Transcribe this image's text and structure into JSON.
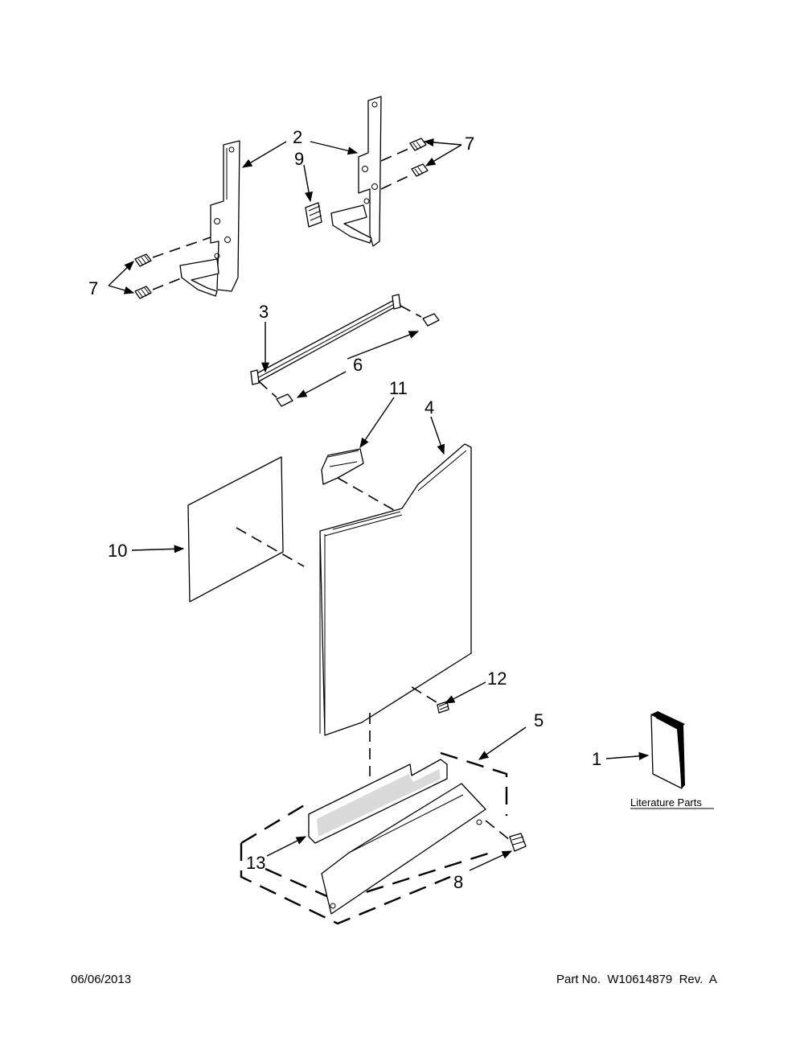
{
  "callouts": {
    "c1": "1",
    "c2": "2",
    "c3": "3",
    "c4": "4",
    "c5": "5",
    "c6": "6",
    "c7_top": "7",
    "c7_left": "7",
    "c8": "8",
    "c9": "9",
    "c10": "10",
    "c11": "11",
    "c12": "12",
    "c13": "13"
  },
  "literature_label": "Literature Parts",
  "footer": {
    "date": "06/06/2013",
    "part_no": "Part No.  W10614879  Rev.  A"
  }
}
